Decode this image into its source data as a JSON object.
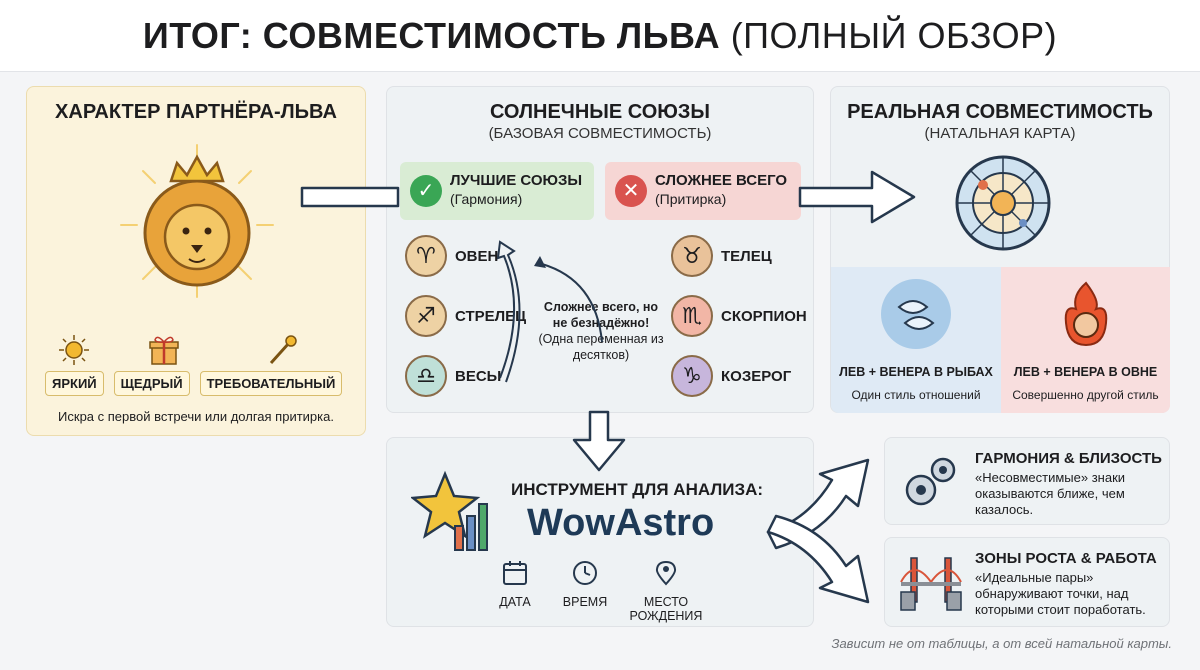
{
  "header": {
    "title_bold": "ИТОГ: СОВМЕСТИМОСТЬ ЛЬВА",
    "title_light": "(ПОЛНЫЙ ОБЗОР)"
  },
  "leo": {
    "title": "ХАРАКТЕР ПАРТНЁРА-ЛЬВА",
    "traits": [
      "ЯРКИЙ",
      "ЩЕДРЫЙ",
      "ТРЕБОВАТЕЛЬНЫЙ"
    ],
    "caption": "Искра с первой встречи или долгая притирка."
  },
  "sun": {
    "title": "СОЛНЕЧНЫЕ СОЮЗЫ",
    "subtitle": "(БАЗОВАЯ СОВМЕСТИМОСТЬ)",
    "best": {
      "title": "ЛУЧШИЕ СОЮЗЫ",
      "sub": "(Гармония)"
    },
    "hard": {
      "title": "СЛОЖНЕЕ ВСЕГО",
      "sub": "(Притирка)"
    },
    "best_signs": [
      "ОВЕН",
      "СТРЕЛЕЦ",
      "ВЕСЫ"
    ],
    "hard_signs": [
      "ТЕЛЕЦ",
      "СКОРПИОН",
      "КОЗЕРОГ"
    ],
    "note_bold": "Сложнее всего, но не безнадёжно!",
    "note_text": "(Одна переменная из десятков)"
  },
  "real": {
    "title": "РЕАЛЬНАЯ СОВМЕСТИМОСТЬ",
    "subtitle": "(НАТАЛЬНАЯ КАРТА)",
    "left": {
      "title": "ЛЕВ + ВЕНЕРА В РЫБАХ",
      "sub": "Один стиль отношений"
    },
    "right": {
      "title": "ЛЕВ + ВЕНЕРА В ОВНЕ",
      "sub": "Совершенно другой стиль"
    }
  },
  "tool": {
    "label": "ИНСТРУМЕНТ ДЛЯ АНАЛИЗА:",
    "brand": "WowAstro",
    "params": [
      "ДАТА",
      "ВРЕМЯ",
      "МЕСТО РОЖДЕНИЯ"
    ]
  },
  "harmony": {
    "title": "ГАРМОНИЯ & БЛИЗОСТЬ",
    "text": "«Несовместимые» знаки оказываются ближе, чем казалось."
  },
  "growth": {
    "title": "ЗОНЫ РОСТА & РАБОТА",
    "text": "«Идеальные пары» обнаруживают точки, над которыми стоит поработать."
  },
  "footer": "Зависит не от таблицы, а от всей натальной карты.",
  "icons": {
    "leo": "lion-crown-icon",
    "sun": "sun-icon",
    "gift": "gift-icon",
    "scepter": "scepter-icon",
    "check": "check-icon",
    "cross": "cross-icon",
    "aries": "ram-icon",
    "sagittarius": "bow-arrow-icon",
    "libra": "scales-icon",
    "taurus": "bull-icon",
    "scorpio": "scorpion-icon",
    "capricorn": "sea-goat-icon",
    "natal": "natal-chart-icon",
    "pisces": "fish-icon",
    "aries_fire": "fire-ram-icon",
    "tool": "star-chart-icon",
    "calendar": "calendar-icon",
    "clock": "clock-icon",
    "pin": "location-pin-icon",
    "gears": "gears-icon",
    "bridge": "bridge-icon"
  },
  "colors": {
    "good": "#3aa655",
    "bad": "#d9534f",
    "leo_panel": "#fbf3dc",
    "brand": "#1e3a57"
  }
}
